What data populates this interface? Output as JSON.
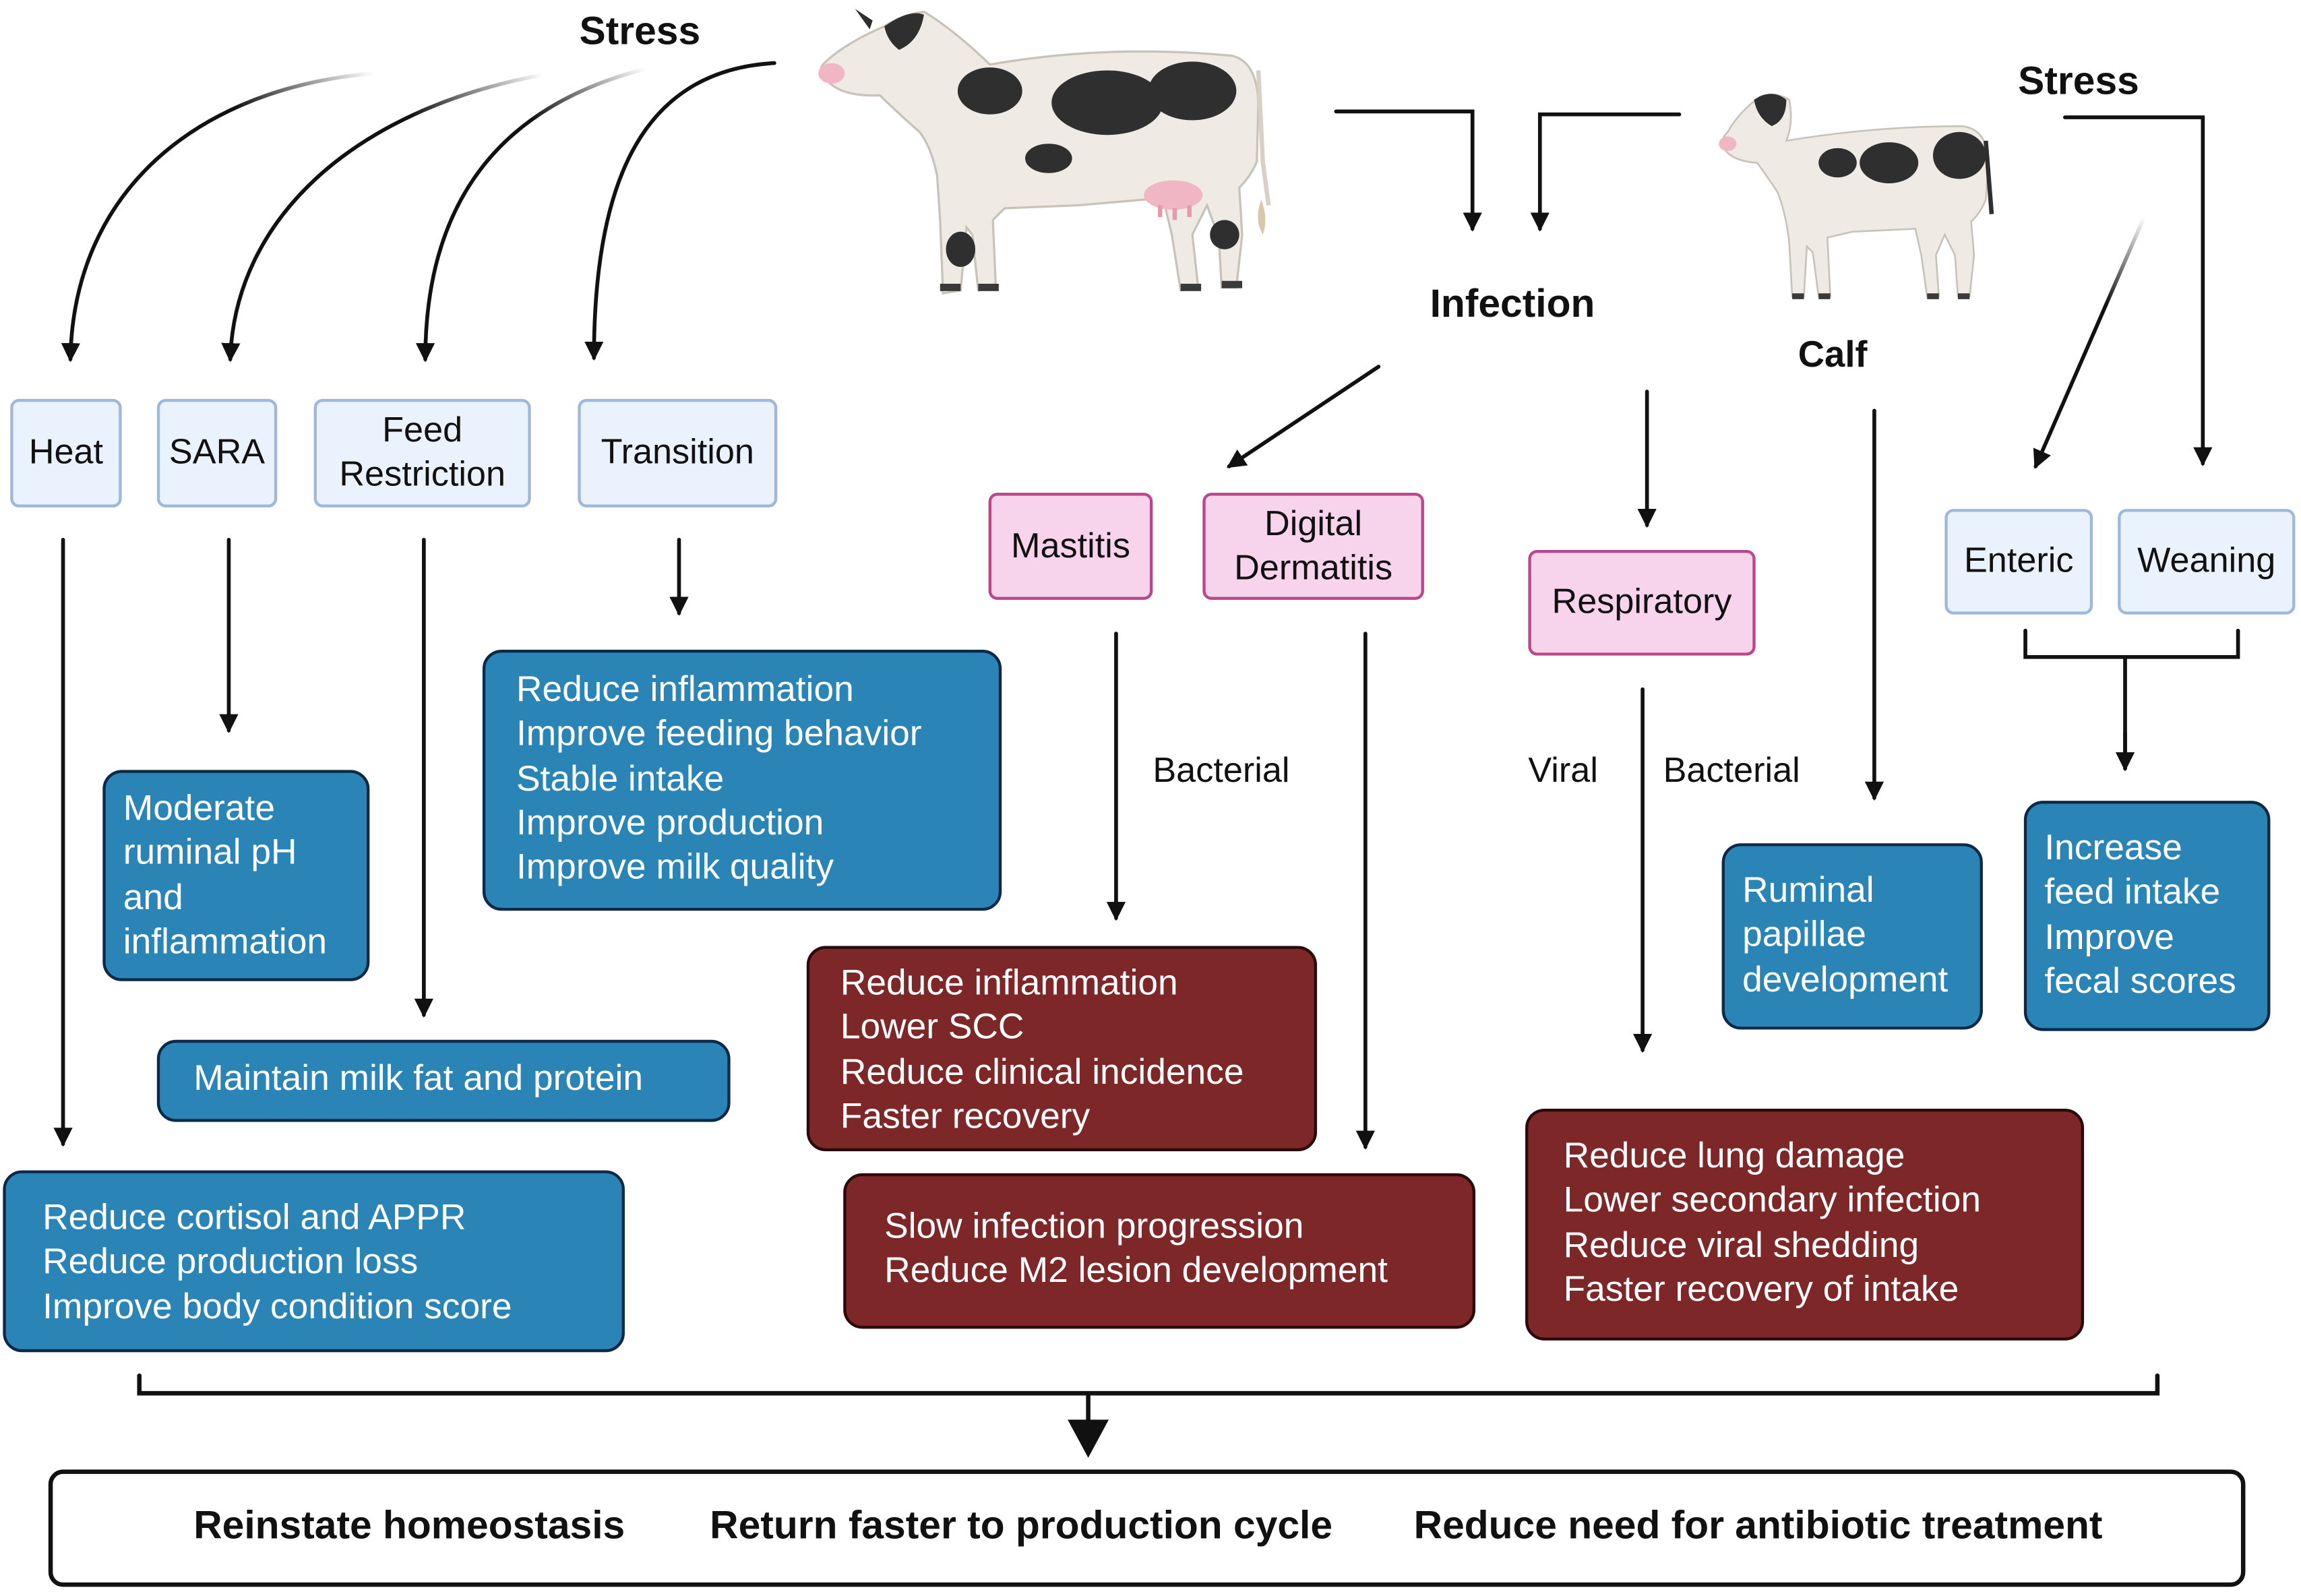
{
  "labels": {
    "stress_left": "Stress",
    "stress_right": "Stress",
    "infection": "Infection",
    "calf": "Calf",
    "bacterial_mastitis": "Bacterial",
    "viral": "Viral",
    "bacterial_resp": "Bacterial"
  },
  "categories": {
    "heat": "Heat",
    "sara": "SARA",
    "feed_restriction": [
      "Feed",
      "Restriction"
    ],
    "transition": "Transition",
    "enteric": "Enteric",
    "weaning": "Weaning"
  },
  "diseases": {
    "mastitis": "Mastitis",
    "digital_dermatitis": [
      "Digital",
      "Dermatitis"
    ],
    "respiratory": "Respiratory"
  },
  "outcomes": {
    "heat": [
      "Reduce cortisol and APPR",
      "Reduce production loss",
      "Improve body condition score"
    ],
    "sara": [
      "Moderate",
      "ruminal pH",
      "and",
      "inflammation"
    ],
    "feed_restriction": [
      "Maintain milk fat and protein"
    ],
    "transition": [
      "Reduce inflammation",
      "Improve feeding behavior",
      "Stable intake",
      "Improve production",
      "Improve milk quality"
    ],
    "mastitis": [
      "Reduce inflammation",
      "Lower SCC",
      "Reduce clinical incidence",
      "Faster recovery"
    ],
    "digital_dermatitis": [
      "Slow infection progression",
      "Reduce M2 lesion development"
    ],
    "respiratory": [
      "Reduce lung damage",
      "Lower secondary infection",
      "Reduce viral shedding",
      "Faster recovery of intake"
    ],
    "calf": [
      "Ruminal",
      "papillae",
      "development"
    ],
    "calf_stress": [
      "Increase",
      "feed intake",
      "Improve",
      "fecal scores"
    ]
  },
  "summary": [
    "Reinstate homeostasis",
    "Return faster to production cycle",
    "Reduce need for antibiotic treatment"
  ],
  "colors": {
    "category_fill": "#eaf2fd",
    "disease_fill": "#f7d3ec",
    "blue_outcome": "#2b84b6",
    "red_outcome": "#7d2728"
  }
}
